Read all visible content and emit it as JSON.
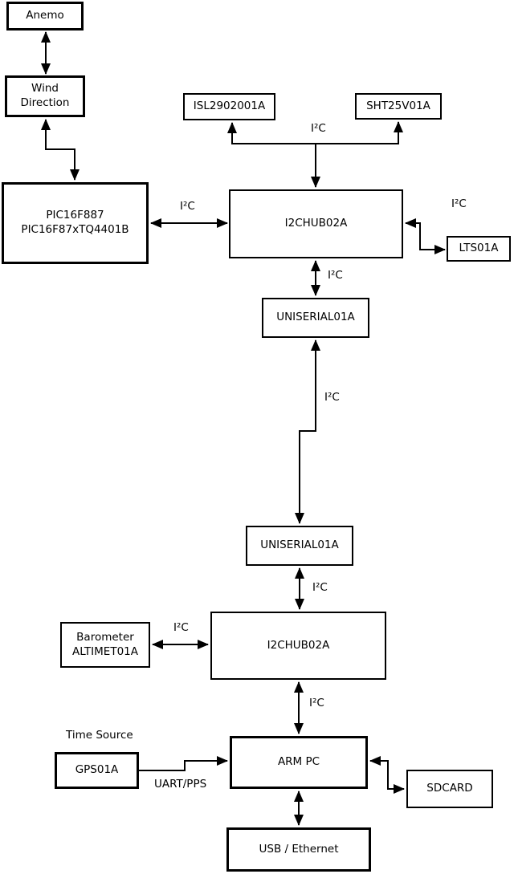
{
  "diagram": {
    "nodes": {
      "anemo": {
        "label": "Anemo"
      },
      "wind_direction": {
        "label": "Wind\nDirection"
      },
      "pic": {
        "label": "PIC16F887\nPIC16F87xTQ4401B"
      },
      "isl": {
        "label": "ISL2902001A"
      },
      "sht": {
        "label": "SHT25V01A"
      },
      "hub1": {
        "label": "I2CHUB02A"
      },
      "lts": {
        "label": "LTS01A"
      },
      "uniserial1": {
        "label": "UNISERIAL01A"
      },
      "uniserial2": {
        "label": "UNISERIAL01A"
      },
      "hub2": {
        "label": "I2CHUB02A"
      },
      "barometer": {
        "label": "Barometer\nALTIMET01A"
      },
      "gps": {
        "label": "GPS01A"
      },
      "arm_pc": {
        "label": "ARM PC"
      },
      "sdcard": {
        "label": "SDCARD"
      },
      "usb_ethernet": {
        "label": "USB / Ethernet"
      }
    },
    "edge_labels": {
      "i2c": "I²C",
      "uart_pps": "UART/PPS",
      "time_source": "Time Source"
    },
    "colors": {
      "line": "#000000",
      "box_fill": "#ffffff",
      "text": "#000000",
      "background": "#ffffff"
    }
  }
}
